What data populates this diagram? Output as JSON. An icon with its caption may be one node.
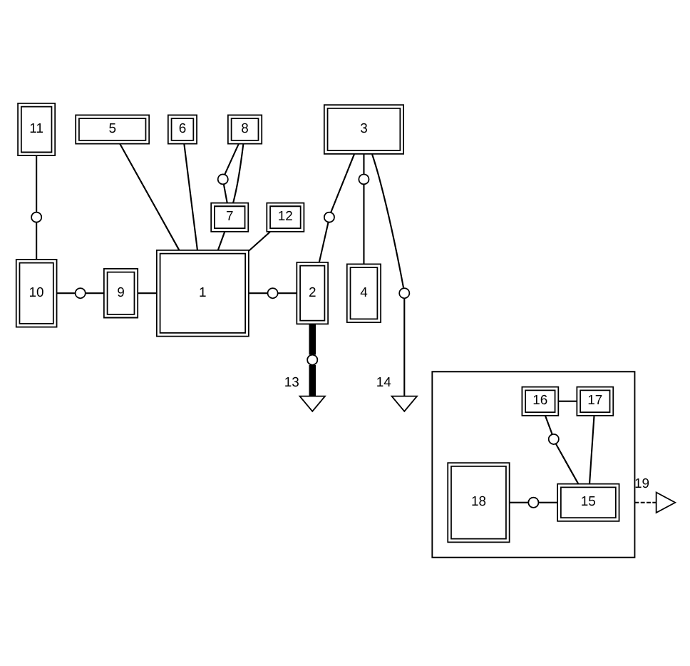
{
  "diagram": {
    "nodes": [
      {
        "text": [
          "11"
        ]
      },
      {
        "text": [
          "8"
        ]
      },
      {
        "text": [
          "5"
        ]
      },
      {
        "text": [
          "6"
        ]
      },
      {
        "text": [
          "3"
        ]
      },
      {
        "text": [],
        "shape": "circle"
      },
      {
        "text": [
          "7"
        ]
      },
      {
        "text": [],
        "shape": "circle"
      },
      {
        "text": [
          "1"
        ]
      },
      {
        "text": [],
        "shape": "circle"
      },
      {
        "text": [],
        "shape": "circle"
      },
      {
        "text": [
          "12"
        ]
      },
      {
        "text": [
          "10"
        ]
      },
      {
        "text": [],
        "shape": "circle"
      },
      {
        "text": [
          "9"
        ]
      },
      {
        "text": [],
        "shape": "circle"
      },
      {
        "text": [
          "2"
        ]
      },
      {
        "text": [
          "4"
        ]
      },
      {
        "text": [],
        "shape": "circle"
      },
      {
        "text": [],
        "shape": "circle"
      },
      {
        "text": [],
        "shape": "triangle",
        "beside": [
          "13"
        ]
      },
      {
        "text": [],
        "shape": "triangle",
        "beside": [
          "14"
        ]
      },
      {
        "text": [],
        "shape": "box"
      },
      {
        "text": [
          "18"
        ],
        "in": 22
      },
      {
        "text": [
          "16"
        ],
        "in": 22
      },
      {
        "text": [
          "17"
        ],
        "in": 22
      },
      {
        "text": [],
        "shape": "circle",
        "in": 22
      },
      {
        "text": [],
        "shape": "circle",
        "in": 22
      },
      {
        "text": [
          "15"
        ],
        "in": 22
      },
      {
        "text": [],
        "shape": "triangle",
        "beside": [
          "19"
        ]
      }
    ],
    "edges": [
      {
        "from": 0,
        "to": 7,
        "arrow": "none"
      },
      {
        "from": 7,
        "to": 12,
        "arrow": "none"
      },
      {
        "from": 1,
        "to": 5,
        "arrow": "none"
      },
      {
        "from": 5,
        "to": 6,
        "arrow": "none"
      },
      {
        "from": 1,
        "to": 6,
        "arrow": "none"
      },
      {
        "from": 2,
        "to": 8,
        "arrow": "none"
      },
      {
        "from": 3,
        "to": 8,
        "arrow": "none"
      },
      {
        "from": 6,
        "to": 8,
        "arrow": "none"
      },
      {
        "from": 11,
        "to": 8,
        "arrow": "none"
      },
      {
        "from": 12,
        "to": 13,
        "arrow": "none"
      },
      {
        "from": 13,
        "to": 14,
        "arrow": "none"
      },
      {
        "from": 14,
        "to": 8,
        "arrow": "none"
      },
      {
        "from": 8,
        "to": 15,
        "arrow": "none"
      },
      {
        "from": 15,
        "to": 16,
        "arrow": "none"
      },
      {
        "from": 4,
        "to": 9,
        "arrow": "none"
      },
      {
        "from": 9,
        "to": 16,
        "arrow": "none"
      },
      {
        "from": 4,
        "to": 10,
        "arrow": "none"
      },
      {
        "from": 10,
        "to": 17,
        "arrow": "none"
      },
      {
        "from": 16,
        "to": 18,
        "arrow": "none",
        "style": "thick"
      },
      {
        "from": 18,
        "to": 20,
        "arrow": "none",
        "style": "thick"
      },
      {
        "from": 4,
        "to": 19,
        "arrow": "none"
      },
      {
        "from": 19,
        "to": 21,
        "arrow": "none"
      },
      {
        "from": 24,
        "to": 25,
        "arrow": "none"
      },
      {
        "from": 24,
        "to": 26,
        "arrow": "none"
      },
      {
        "from": 26,
        "to": 28,
        "arrow": "none"
      },
      {
        "from": 25,
        "to": 28,
        "arrow": "none"
      },
      {
        "from": 23,
        "to": 27,
        "arrow": "none"
      },
      {
        "from": 27,
        "to": 28,
        "arrow": "none"
      },
      {
        "from": 22,
        "to": 29,
        "arrow": "none",
        "style": "dashed"
      }
    ]
  }
}
